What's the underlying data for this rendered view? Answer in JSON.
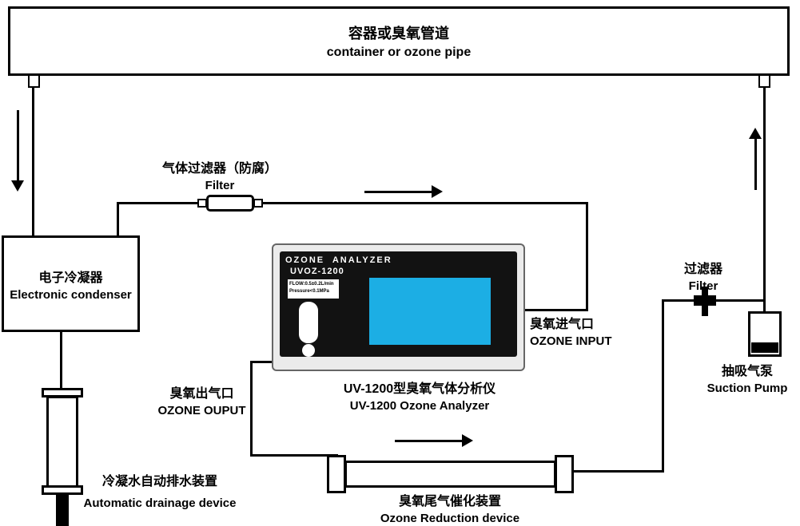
{
  "pipe": {
    "label_zh": "容器或臭氧管道",
    "label_en": "container or ozone pipe"
  },
  "condenser": {
    "label_zh": "电子冷凝器",
    "label_en": "Electronic condenser"
  },
  "gas_filter": {
    "label_zh": "气体过滤器（防腐）",
    "label_en": "Filter"
  },
  "analyzer": {
    "panel_title": "OZONE  ANALYZER",
    "panel_model": "UVOZ-1200",
    "spec_line1": "FLOW:0.5±0.2L/min",
    "spec_line2": "Pressure<0.1MPa",
    "label_zh": "UV-1200型臭氧气体分析仪",
    "label_en": "UV-1200 Ozone Analyzer",
    "screen_color": "#1caee4",
    "panel_color": "#ebebeb"
  },
  "ozone_input": {
    "label_zh": "臭氧进气口",
    "label_en": "OZONE INPUT"
  },
  "ozone_output": {
    "label_zh": "臭氧出气口",
    "label_en": "OZONE OUPUT"
  },
  "right_filter": {
    "label_zh": "过滤器",
    "label_en": "Filter"
  },
  "suction_pump": {
    "label_zh": "抽吸气泵",
    "label_en": "Suction Pump"
  },
  "drainage": {
    "label_zh": "冷凝水自动排水装置",
    "label_en": "Automatic drainage device"
  },
  "reduction": {
    "label_zh": "臭氧尾气催化装置",
    "label_en": "Ozone Reduction device"
  },
  "colors": {
    "line": "#000000",
    "background": "#ffffff"
  }
}
